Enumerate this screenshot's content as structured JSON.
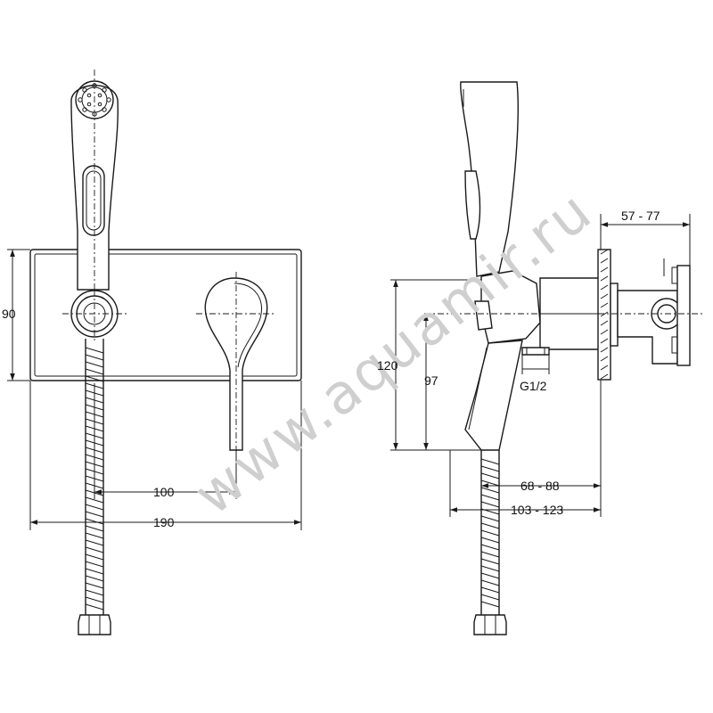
{
  "watermark": "www.aquamir.ru",
  "front_view": {
    "dim_height": "90",
    "dim_handle_offset": "100",
    "dim_width": "190"
  },
  "side_view": {
    "dim_depth_range": "57 - 77",
    "dim_height_total": "120",
    "dim_height_outlet": "97",
    "thread_label": "G1/2",
    "dim_lever_range": "68 - 88",
    "dim_overall_range": "103 - 123"
  },
  "colors": {
    "line": "#1a1a1a",
    "watermark": "#cfcfcf",
    "background": "#ffffff"
  }
}
